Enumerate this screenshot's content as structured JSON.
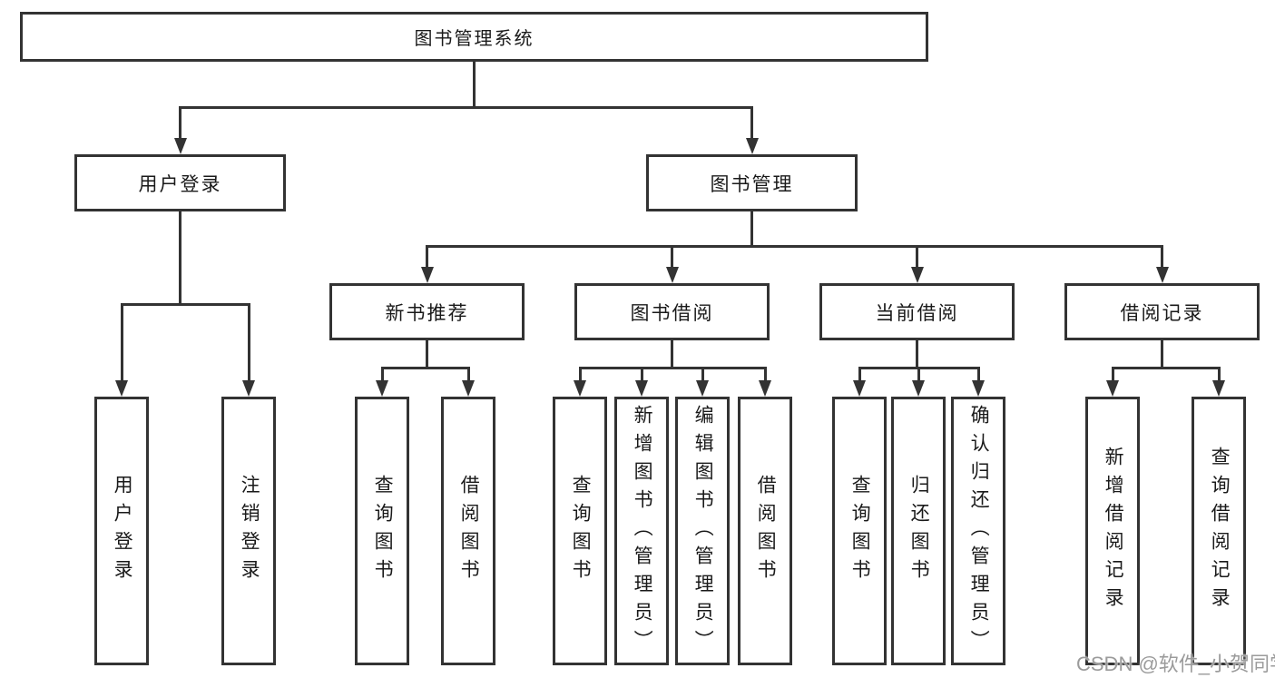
{
  "tree": {
    "label": "图书管理系统",
    "children": [
      {
        "label": "用户登录",
        "children": [
          {
            "label": "用户登录"
          },
          {
            "label": "注销登录"
          }
        ]
      },
      {
        "label": "图书管理",
        "children": [
          {
            "label": "新书推荐",
            "children": [
              {
                "label": "查询图书"
              },
              {
                "label": "借阅图书"
              }
            ]
          },
          {
            "label": "图书借阅",
            "children": [
              {
                "label": "查询图书"
              },
              {
                "label": "新增图书（管理员）"
              },
              {
                "label": "编辑图书（管理员）"
              },
              {
                "label": "借阅图书"
              }
            ]
          },
          {
            "label": "当前借阅",
            "children": [
              {
                "label": "查询图书"
              },
              {
                "label": "归还图书"
              },
              {
                "label": "确认归还（管理员）"
              }
            ]
          },
          {
            "label": "借阅记录",
            "children": [
              {
                "label": "新增借阅记录"
              },
              {
                "label": "查询借阅记录"
              }
            ]
          }
        ]
      }
    ]
  },
  "watermark": "CSDN @软件_小贺同学",
  "colors": {
    "line": "#333333",
    "border": "#333333",
    "text": "#1a1a1a",
    "background": "#ffffff",
    "watermark": "#9b9b9b"
  }
}
